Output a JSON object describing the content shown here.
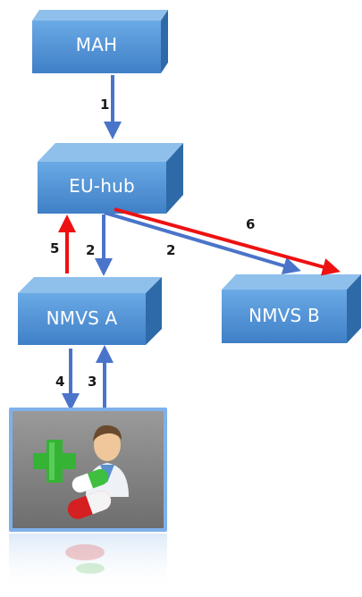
{
  "nodes": {
    "mah": "MAH",
    "eu_hub": "EU-hub",
    "nmvs_a": "NMVS A",
    "nmvs_b": "NMVS B"
  },
  "steps": {
    "s1": "1",
    "s2a": "2",
    "s2b": "2",
    "s3": "3",
    "s4": "4",
    "s5": "5",
    "s6": "6"
  },
  "pharmacy_icon": "pharmacist-with-pills-icon",
  "colors": {
    "box_front": "#4f93d6",
    "box_side": "#2e6aa8",
    "box_top": "#8fc0ec",
    "blue_arrow": "#4a74c9",
    "red_arrow": "#ee1111",
    "pharmacy_border": "#8ab6ec",
    "pharmacy_fill": "#8c8c8c"
  }
}
